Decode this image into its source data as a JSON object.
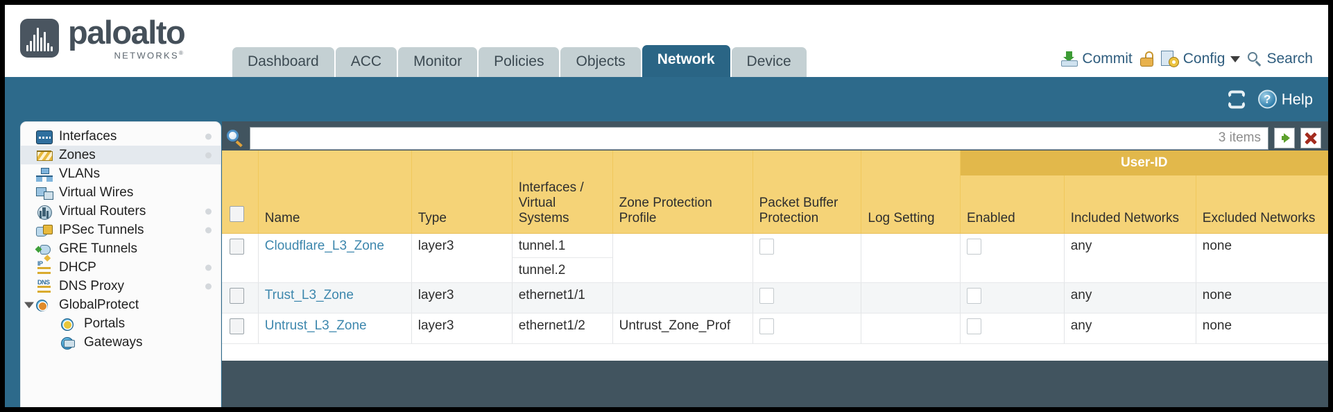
{
  "brand": {
    "name": "paloalto",
    "tagline": "NETWORKS",
    "registered": "®"
  },
  "nav": {
    "tabs": [
      {
        "label": "Dashboard",
        "active": false
      },
      {
        "label": "ACC",
        "active": false
      },
      {
        "label": "Monitor",
        "active": false
      },
      {
        "label": "Policies",
        "active": false
      },
      {
        "label": "Objects",
        "active": false
      },
      {
        "label": "Network",
        "active": true
      },
      {
        "label": "Device",
        "active": false
      }
    ]
  },
  "header_actions": {
    "commit": "Commit",
    "config": "Config",
    "search": "Search",
    "lock_icon": "unlocked-padlock-icon"
  },
  "toolbar": {
    "refresh_icon": "refresh-icon",
    "help": "Help"
  },
  "sidebar": {
    "items": [
      {
        "label": "Interfaces",
        "icon": "interfaces-icon",
        "selected": false,
        "dot": true,
        "child": false,
        "expander": false
      },
      {
        "label": "Zones",
        "icon": "zones-icon",
        "selected": true,
        "dot": true,
        "child": false,
        "expander": false
      },
      {
        "label": "VLANs",
        "icon": "vlans-icon",
        "selected": false,
        "dot": false,
        "child": false,
        "expander": false
      },
      {
        "label": "Virtual Wires",
        "icon": "virtual-wires-icon",
        "selected": false,
        "dot": false,
        "child": false,
        "expander": false
      },
      {
        "label": "Virtual Routers",
        "icon": "virtual-routers-icon",
        "selected": false,
        "dot": true,
        "child": false,
        "expander": false
      },
      {
        "label": "IPSec Tunnels",
        "icon": "ipsec-tunnels-icon",
        "selected": false,
        "dot": true,
        "child": false,
        "expander": false
      },
      {
        "label": "GRE Tunnels",
        "icon": "gre-tunnels-icon",
        "selected": false,
        "dot": false,
        "child": false,
        "expander": false
      },
      {
        "label": "DHCP",
        "icon": "dhcp-icon",
        "selected": false,
        "dot": true,
        "child": false,
        "expander": false
      },
      {
        "label": "DNS Proxy",
        "icon": "dns-proxy-icon",
        "selected": false,
        "dot": true,
        "child": false,
        "expander": false
      },
      {
        "label": "GlobalProtect",
        "icon": "globalprotect-icon",
        "selected": false,
        "dot": false,
        "child": false,
        "expander": true
      },
      {
        "label": "Portals",
        "icon": "portals-icon",
        "selected": false,
        "dot": false,
        "child": true,
        "expander": false
      },
      {
        "label": "Gateways",
        "icon": "gateways-icon",
        "selected": false,
        "dot": false,
        "child": true,
        "expander": false
      }
    ]
  },
  "search_bar": {
    "value": "",
    "placeholder": "",
    "items_count": "3 items",
    "apply_icon": "green-arrow-icon",
    "clear_icon": "red-x-icon"
  },
  "table": {
    "group_header": "User-ID",
    "columns": [
      "Name",
      "Type",
      "Interfaces / Virtual Systems",
      "Zone Protection Profile",
      "Packet Buffer Protection",
      "Log Setting",
      "Enabled",
      "Included Networks",
      "Excluded Networks"
    ],
    "rows": [
      {
        "selected": false,
        "name": "Cloudflare_L3_Zone",
        "type": "layer3",
        "interfaces": [
          "tunnel.1",
          "tunnel.2"
        ],
        "zone_protection_profile": "",
        "packet_buffer_protection": false,
        "log_setting": "",
        "enabled": false,
        "included_networks": "any",
        "excluded_networks": "none"
      },
      {
        "selected": false,
        "name": "Trust_L3_Zone",
        "type": "layer3",
        "interfaces": [
          "ethernet1/1"
        ],
        "zone_protection_profile": "",
        "packet_buffer_protection": false,
        "log_setting": "",
        "enabled": false,
        "included_networks": "any",
        "excluded_networks": "none"
      },
      {
        "selected": false,
        "name": "Untrust_L3_Zone",
        "type": "layer3",
        "interfaces": [
          "ethernet1/2"
        ],
        "zone_protection_profile": "Untrust_Zone_Prof",
        "packet_buffer_protection": false,
        "log_setting": "",
        "enabled": false,
        "included_networks": "any",
        "excluded_networks": "none"
      }
    ]
  },
  "colors": {
    "brand_dark": "#45505a",
    "nav_active": "#2a6585",
    "band_blue": "#2d6a8b",
    "table_header": "#f5d377",
    "userid_header": "#e2b84b",
    "link": "#3d87ad"
  }
}
